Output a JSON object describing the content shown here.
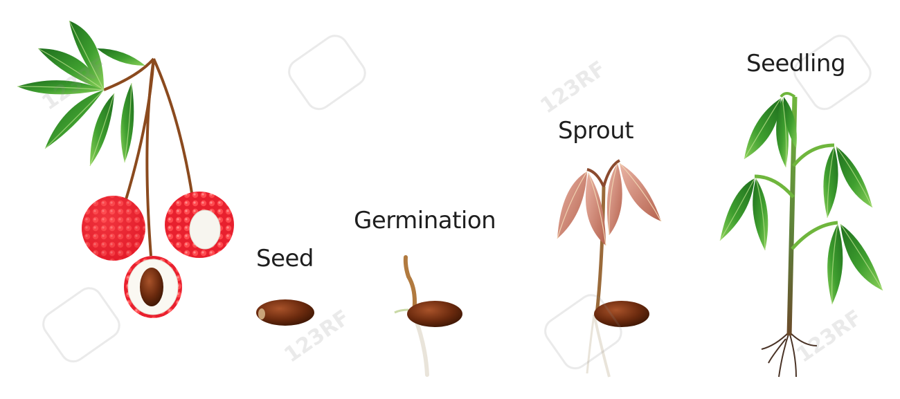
{
  "stages": {
    "seed": "Seed",
    "germination": "Germination",
    "sprout": "Sprout",
    "seedling": "Seedling"
  },
  "watermark": "123RF",
  "colors": {
    "leaf_dark": "#1f7a1f",
    "leaf_light": "#4fb43a",
    "lychee_red": "#e8202e",
    "seed_brown": "#6b2a0e",
    "stem_brown": "#8b4a1e",
    "sprout_pink": "#c47b6a",
    "root": "#d8d2c4"
  }
}
